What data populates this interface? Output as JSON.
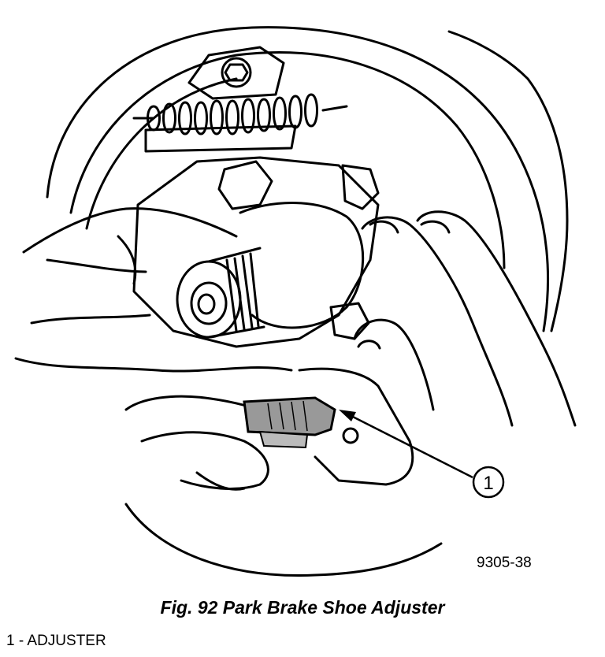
{
  "figure": {
    "code": "9305-38",
    "caption": "Fig. 92 Park Brake Shoe Adjuster",
    "callout_number": "1",
    "legend": "1 - ADJUSTER"
  }
}
